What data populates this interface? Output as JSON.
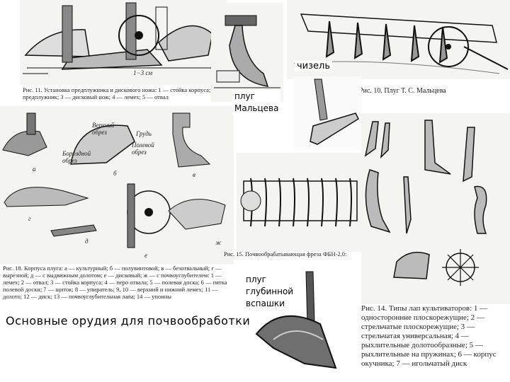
{
  "title": "Основные орудия для почвообработки",
  "figures": {
    "fig11": {
      "caption": "Рис. 11. Установка предплужника и дискового ножа: 1 — стойка корпуса; 2 — предплужник; 3 — дисковый нож; 4 — лемех; 5 — отвал",
      "dim_label": "1−3 см"
    },
    "fig10": {
      "caption": "Рис. 10. Плуг Т. С. Мальцева"
    },
    "fig18": {
      "caption": "Рис. 18. Корпуса плуга: а — культурный; б — полувинтовой; в — безотвальный; г — вырезной; д — с выдвижным долотом; е — дисковый; ж — с почвоуглубителем: 1 — лемех; 2 — отвал; 3 — стойка корпуса; 4 — перо отвала; 5 — полевая доска; 6 — пятка полевой доски; 7 — щиток; 8 — упиратель; 9, 10 — верхний и нижний лемех; 11 — долото; 12 — диск; 13 — почвоуглубительная лапа; 14 — упоины",
      "labels": [
        "Верхний обрез",
        "Грудь",
        "Полевой обрез",
        "Бороздной обрез"
      ],
      "letters": [
        "а",
        "б",
        "в",
        "г",
        "д",
        "е",
        "ж"
      ]
    },
    "fig15": {
      "caption": "Рис. 15. Почвообрабатывающая фреза ФБН-2,0:"
    },
    "fig14": {
      "caption": "Рис. 14. Типы лап культиваторов: 1 — односторонние плоскорежущие; 2 — стрельчатые плоскорежущие; 3 — стрельчатая универсальная; 4 — рыхлительные долотообразные; 5 — рыхлительные на пружинах; 6 — корпус окучника; 7 — игольчатый диск"
    }
  },
  "overlays": {
    "chisel": "чизель",
    "maltsev_plough": [
      "плуг",
      "Мальцева"
    ],
    "deep_plough": [
      "плуг",
      "глубинной",
      "вспашки"
    ]
  },
  "colors": {
    "ink": "#1a1a1a",
    "paper": "#f4f4f2",
    "overlay_bg": "#ffffff"
  }
}
